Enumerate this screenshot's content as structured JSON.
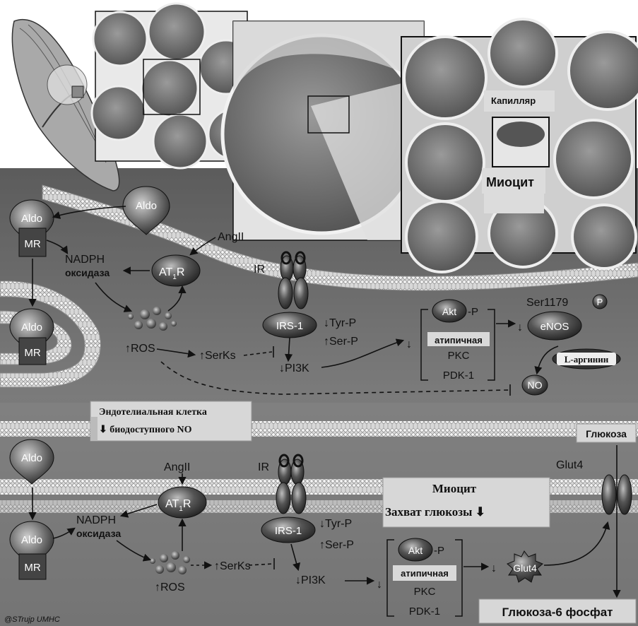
{
  "labels": {
    "capillary": "Капилляр",
    "myocyte_top": "Миоцит",
    "aldo": "Aldo",
    "mr": "MR",
    "angii": "AngII",
    "nadph": "NADPH",
    "oxidase": "оксидаза",
    "at1r_a": "AT",
    "at1r_sub": "1",
    "at1r_b": "R",
    "ir": "IR",
    "irs1": "IRS-1",
    "tyr_p": "Tyr-P",
    "ser_p": "Ser-P",
    "ros": "ROS",
    "serks": "SerKs",
    "pi3k": "PI3K",
    "akt": "Akt",
    "p": "P",
    "atypical": "атипичная",
    "pkc": "PKC",
    "pdk1": "PDK-1",
    "ser1179": "Ser1179",
    "enos": "eNOS",
    "l_arginine": "L-аргинин",
    "no": "NO",
    "endothelial_cell": "Эндотелиальная клетка",
    "bioavailable_no": "биодоступного NO",
    "glucose": "Глюкоза",
    "glut4": "Glut4",
    "myocyte_box_title": "Миоцит",
    "glucose_uptake": "Захват глюкозы",
    "glucose6p": "Глюкоза-6 фосфат",
    "signature": "@STrujp UMHC"
  },
  "colors": {
    "cell_dark": "#5f5f5f",
    "cell_mid": "#8a8a8a",
    "membrane": "#cfcfcf",
    "protein": "#444444",
    "box_bg": "#d7d7d7"
  }
}
